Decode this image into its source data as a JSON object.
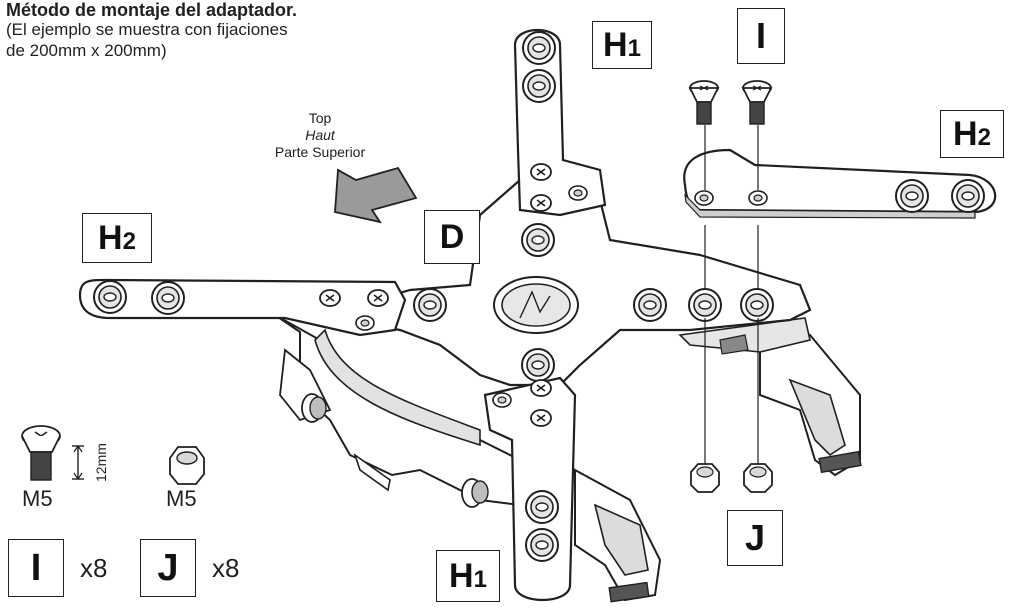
{
  "header": {
    "title": "Método de montaje del adaptador.",
    "subtitle_line1": "(El ejemplo se muestra con fijaciones",
    "subtitle_line2": "de 200mm x 200mm)"
  },
  "direction": {
    "en": "Top",
    "fr": "Haut",
    "es": "Parte Superior"
  },
  "labels": {
    "h1_letter": "H",
    "h1_sub": "1",
    "h2_letter": "H",
    "h2_sub": "2",
    "d": "D",
    "i": "I",
    "j": "J"
  },
  "legend": {
    "screw_size": "M5",
    "screw_length": "12mm",
    "nut_size": "M5",
    "screw_qty": "x8",
    "nut_qty": "x8"
  },
  "colors": {
    "ink": "#231f20",
    "arrow_fill": "#9a9a9a",
    "part_fill": "#ffffff",
    "shade": "#d6d6d6"
  }
}
